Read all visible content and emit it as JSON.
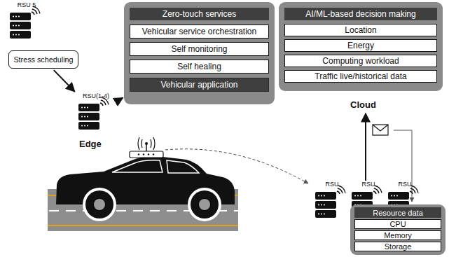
{
  "diagram": {
    "nodes": [
      {
        "text": [
          "RSU 5"
        ]
      },
      {
        "text": [
          "Stress scheduling"
        ]
      },
      {
        "text": [
          "Zero-touch services"
        ]
      },
      {
        "text": [
          "Vehicular service orchestration"
        ],
        "in": 2
      },
      {
        "text": [
          "Self monitoring"
        ],
        "in": 2
      },
      {
        "text": [
          "Self healing"
        ],
        "in": 2
      },
      {
        "text": [
          "Vehicular application"
        ],
        "in": 2
      },
      {
        "text": [
          "AI/ML-based decision making"
        ]
      },
      {
        "text": [
          "Location"
        ],
        "in": 7
      },
      {
        "text": [
          "Energy"
        ],
        "in": 7
      },
      {
        "text": [
          "Computing workload"
        ],
        "in": 7
      },
      {
        "text": [
          "Traffic live/historical data"
        ],
        "in": 7
      },
      {
        "text": [
          "RSU(1-4)"
        ]
      },
      {
        "text": [
          "RSU"
        ]
      },
      {
        "text": [
          "RSU"
        ]
      },
      {
        "text": [
          "RSU"
        ]
      },
      {
        "text": [
          "Resource data"
        ]
      },
      {
        "text": [
          "CPU"
        ],
        "in": 16
      },
      {
        "text": [
          "Memory"
        ],
        "in": 16
      },
      {
        "text": [
          "Storage"
        ],
        "in": 16
      }
    ],
    "edges": [
      {
        "from": 1,
        "to": 12,
        "arrow": "to"
      },
      {
        "from": 12,
        "to": 2,
        "arrow": "to"
      }
    ],
    "labels": [
      "Edge",
      "Cloud"
    ]
  }
}
